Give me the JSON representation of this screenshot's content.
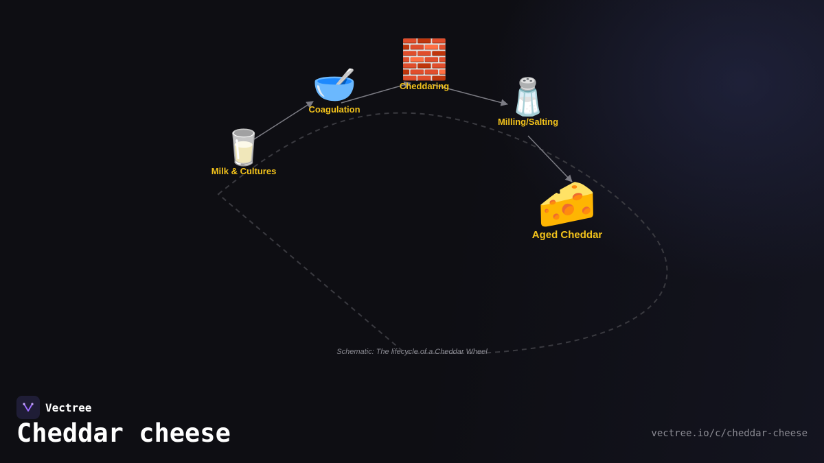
{
  "diagram": {
    "nodes": [
      {
        "id": "milk",
        "emoji": "🥛",
        "emoji_name": "glass-of-milk-icon",
        "label": "Milk & Cultures"
      },
      {
        "id": "coag",
        "emoji": "🥣",
        "emoji_name": "bowl-with-spoon-icon",
        "label": "Coagulation"
      },
      {
        "id": "ched",
        "emoji": "🧱",
        "emoji_name": "brick-icon",
        "label": "Cheddaring"
      },
      {
        "id": "mill",
        "emoji": "🧂",
        "emoji_name": "salt-shaker-icon",
        "label": "Milling/Salting"
      },
      {
        "id": "aged",
        "emoji": "🧀",
        "emoji_name": "cheese-wedge-icon",
        "label": "Aged Cheddar"
      }
    ],
    "edges": [
      {
        "from": "milk",
        "to": "coag"
      },
      {
        "from": "coag",
        "to": "ched"
      },
      {
        "from": "ched",
        "to": "mill"
      },
      {
        "from": "mill",
        "to": "aged"
      }
    ],
    "caption": "Schematic: The lifecycle of a Cheddar Wheel",
    "colors": {
      "label": "#f2c21b",
      "arrow": "#7c7c84",
      "outline": "#3a3a40"
    }
  },
  "brand": {
    "name": "Vectree",
    "logo_icon": "vectree-logo-icon"
  },
  "page_title": "Cheddar cheese",
  "url": "vectree.io/c/cheddar-cheese"
}
